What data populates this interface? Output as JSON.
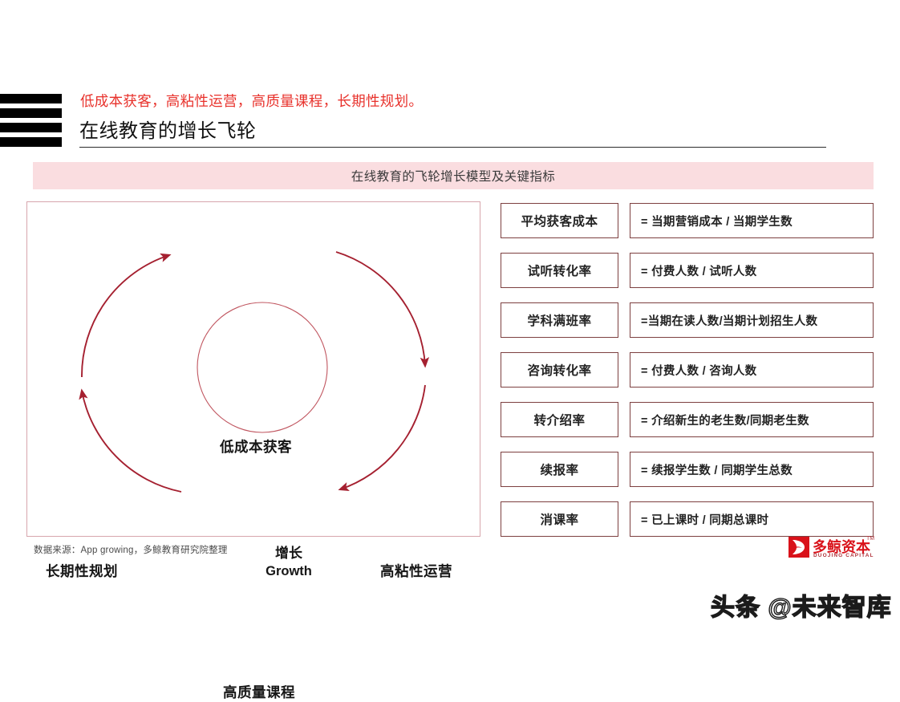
{
  "header": {
    "kicker": "低成本获客，高粘性运营，高质量课程，长期性规划。",
    "title": "在线教育的增长飞轮"
  },
  "banner": {
    "text": "在线教育的飞轮增长模型及关键指标"
  },
  "flywheel": {
    "center_cn": "增长",
    "center_en": "Growth",
    "nodes": [
      {
        "id": "top",
        "label": "低成本获客"
      },
      {
        "id": "right",
        "label": "高粘性运营"
      },
      {
        "id": "bottom",
        "label": "高质量课程"
      },
      {
        "id": "left",
        "label": "长期性规划"
      }
    ]
  },
  "metrics": [
    {
      "name": "平均获客成本",
      "formula": "= 当期营销成本 / 当期学生数"
    },
    {
      "name": "试听转化率",
      "formula": "= 付费人数 / 试听人数"
    },
    {
      "name": "学科满班率",
      "formula": "=当期在读人数/当期计划招生人数"
    },
    {
      "name": "咨询转化率",
      "formula": "= 付费人数 / 咨询人数"
    },
    {
      "name": "转介绍率",
      "formula": "= 介绍新生的老生数/同期老生数"
    },
    {
      "name": "续报率",
      "formula": "= 续报学生数 / 同期学生总数"
    },
    {
      "name": "消课率",
      "formula": "= 已上课时 / 同期总课时"
    }
  ],
  "footer": {
    "source": "数据来源：App growing，多鲸教育研究院整理",
    "logo_cn": "多鲸资本",
    "logo_en": "DUOJING CAPITAL",
    "logo_tm": "TM",
    "watermark": "头条 @未来智库"
  },
  "colors": {
    "accent_red": "#e8322c",
    "arrow_red": "#a52030",
    "banner_pink": "#fadde0",
    "panel_border": "#d7a6ad",
    "box_border": "#7d4040",
    "logo_red": "#d9121a"
  }
}
